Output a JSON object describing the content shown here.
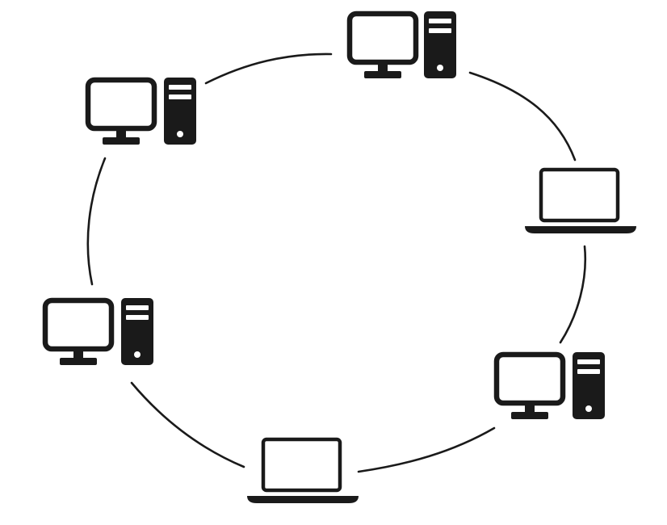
{
  "diagram": {
    "type": "ring-network-topology",
    "colors": {
      "ink": "#1a1a1a",
      "background": "#ffffff"
    },
    "nodes": [
      {
        "id": "node-1",
        "kind": "desktop",
        "icon": "desktop-computer-icon"
      },
      {
        "id": "node-2",
        "kind": "laptop",
        "icon": "laptop-icon"
      },
      {
        "id": "node-3",
        "kind": "desktop",
        "icon": "desktop-computer-icon"
      },
      {
        "id": "node-4",
        "kind": "laptop",
        "icon": "laptop-icon"
      },
      {
        "id": "node-5",
        "kind": "desktop",
        "icon": "desktop-computer-icon"
      },
      {
        "id": "node-6",
        "kind": "desktop",
        "icon": "desktop-computer-icon"
      }
    ],
    "links": [
      {
        "from": "node-1",
        "to": "node-2"
      },
      {
        "from": "node-2",
        "to": "node-3"
      },
      {
        "from": "node-3",
        "to": "node-4"
      },
      {
        "from": "node-4",
        "to": "node-5"
      },
      {
        "from": "node-5",
        "to": "node-6"
      },
      {
        "from": "node-6",
        "to": "node-1"
      }
    ]
  }
}
